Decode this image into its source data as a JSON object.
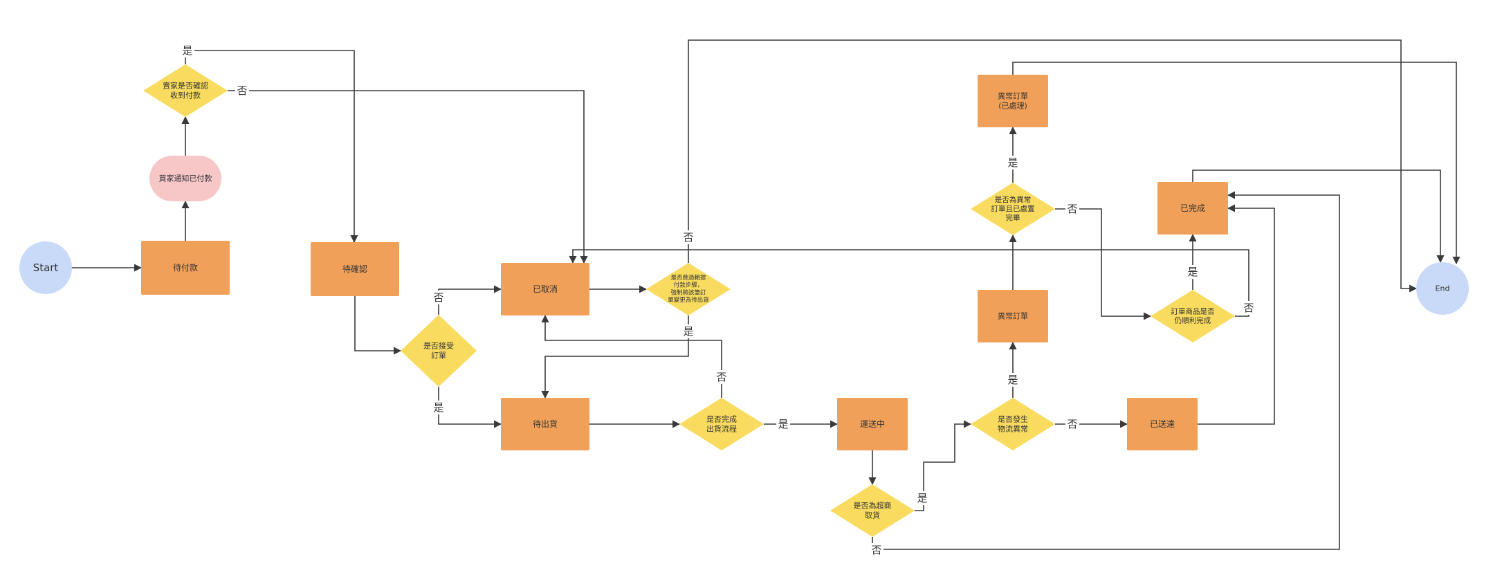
{
  "colors": {
    "terminal": "#c9d9f8",
    "process": "#f0a058",
    "decision": "#f9db5f",
    "event": "#f7c7c8",
    "edge": "#3a3a3a",
    "text": "#333333"
  },
  "nodes": [
    {
      "id": "start",
      "shape": "circle",
      "role": "terminal",
      "lines": [
        "Start"
      ]
    },
    {
      "id": "pending-payment",
      "shape": "rect",
      "role": "process",
      "lines": [
        "待付款"
      ]
    },
    {
      "id": "buyer-notified-paid",
      "shape": "pill",
      "role": "event",
      "lines": [
        "買家通知已付款"
      ]
    },
    {
      "id": "seller-confirm-payment",
      "shape": "diamond",
      "role": "decision",
      "lines": [
        "賣家是否確認",
        "收到付款"
      ]
    },
    {
      "id": "pending-confirm",
      "shape": "rect",
      "role": "process",
      "lines": [
        "待確認"
      ]
    },
    {
      "id": "accept-order",
      "shape": "diamond",
      "role": "decision",
      "lines": [
        "是否接受",
        "訂單"
      ]
    },
    {
      "id": "cancelled",
      "shape": "rect",
      "role": "process",
      "lines": [
        "已取消"
      ]
    },
    {
      "id": "skip-payment-step",
      "shape": "diamond",
      "role": "decision",
      "lines": [
        "是否跳過賴提",
        "付款步驟，",
        "強制將該筆訂",
        "單變更為待出貨"
      ]
    },
    {
      "id": "pending-shipment",
      "shape": "rect",
      "role": "process",
      "lines": [
        "待出貨"
      ]
    },
    {
      "id": "shipping-done",
      "shape": "diamond",
      "role": "decision",
      "lines": [
        "是否完成",
        "出貨流程"
      ]
    },
    {
      "id": "in-transit",
      "shape": "rect",
      "role": "process",
      "lines": [
        "運送中"
      ]
    },
    {
      "id": "store-pickup",
      "shape": "diamond",
      "role": "decision",
      "lines": [
        "是否為超商",
        "取貨"
      ]
    },
    {
      "id": "logistics-anomaly",
      "shape": "diamond",
      "role": "decision",
      "lines": [
        "是否發生",
        "物流異常"
      ]
    },
    {
      "id": "delivered",
      "shape": "rect",
      "role": "process",
      "lines": [
        "已送達"
      ]
    },
    {
      "id": "abnormal-order",
      "shape": "rect",
      "role": "process",
      "lines": [
        "異常訂單"
      ]
    },
    {
      "id": "abnormal-handled",
      "shape": "diamond",
      "role": "decision",
      "lines": [
        "是否為異常",
        "訂單且已處置",
        "完畢"
      ]
    },
    {
      "id": "abnormal-order-processed",
      "shape": "rect",
      "role": "process",
      "lines": [
        "異常訂單",
        "(已處理)"
      ]
    },
    {
      "id": "completed",
      "shape": "rect",
      "role": "process",
      "lines": [
        "已完成"
      ]
    },
    {
      "id": "goods-ok",
      "shape": "diamond",
      "role": "decision",
      "lines": [
        "訂單商品是否",
        "仍順利完成"
      ]
    },
    {
      "id": "end",
      "shape": "circle",
      "role": "terminal",
      "lines": [
        "End"
      ]
    }
  ],
  "edges": [
    {
      "id": "start-to-pending-payment",
      "label": ""
    },
    {
      "id": "pending-payment-to-notified",
      "label": ""
    },
    {
      "id": "notified-to-confirm-payment",
      "label": ""
    },
    {
      "id": "confirm-payment-yes",
      "label": "是"
    },
    {
      "id": "confirm-payment-no",
      "label": "否"
    },
    {
      "id": "pending-confirm-to-accept",
      "label": ""
    },
    {
      "id": "accept-no",
      "label": "否"
    },
    {
      "id": "accept-yes",
      "label": "是"
    },
    {
      "id": "cancelled-to-skip",
      "label": ""
    },
    {
      "id": "skip-no",
      "label": "否"
    },
    {
      "id": "skip-yes",
      "label": "是"
    },
    {
      "id": "pending-shipment-to-done",
      "label": ""
    },
    {
      "id": "shipping-done-no",
      "label": "否"
    },
    {
      "id": "shipping-done-yes",
      "label": "是"
    },
    {
      "id": "in-transit-to-pickup",
      "label": ""
    },
    {
      "id": "pickup-yes",
      "label": "是"
    },
    {
      "id": "pickup-no",
      "label": "否"
    },
    {
      "id": "anomaly-yes",
      "label": "是"
    },
    {
      "id": "anomaly-no",
      "label": "否"
    },
    {
      "id": "abnormal-to-handled",
      "label": ""
    },
    {
      "id": "handled-yes",
      "label": "是"
    },
    {
      "id": "handled-no",
      "label": "否"
    },
    {
      "id": "processed-to-end",
      "label": ""
    },
    {
      "id": "delivered-to-completed",
      "label": ""
    },
    {
      "id": "goods-yes",
      "label": "是"
    },
    {
      "id": "goods-no",
      "label": "否"
    },
    {
      "id": "completed-to-end",
      "label": ""
    }
  ]
}
